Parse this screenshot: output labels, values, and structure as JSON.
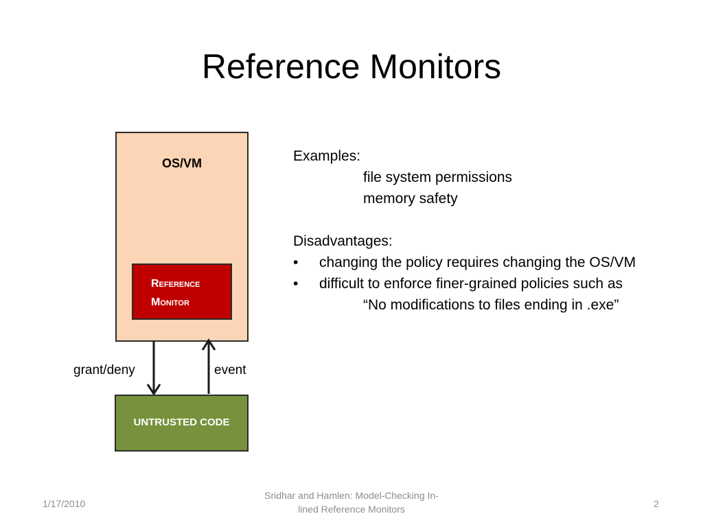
{
  "slide": {
    "title": "Reference Monitors"
  },
  "diagram": {
    "os_vm_label": "OS/VM",
    "reference_monitor_line1": "Reference",
    "reference_monitor_line2": "Monitor",
    "untrusted_code_label": "UNTRUSTED CODE",
    "grant_deny_label": "grant/deny",
    "event_label": "event",
    "colors": {
      "os_vm_fill": "#fbd5b5",
      "reference_monitor_fill": "#c00000",
      "untrusted_code_fill": "#76923c",
      "outline": "#2b2b2b"
    }
  },
  "content": {
    "examples_heading": "Examples:",
    "examples": [
      "file system permissions",
      "memory safety"
    ],
    "disadvantages_heading": "Disadvantages:",
    "bullet_char": "•",
    "disadvantages": [
      "changing the policy requires changing the OS/VM",
      "difficult to enforce finer-grained policies such as"
    ],
    "quote": "“No modifications to files ending in .exe”"
  },
  "footer": {
    "date": "1/17/2010",
    "center_line1": "Sridhar and Hamlen: Model-Checking In-",
    "center_line2": "lined Reference Monitors",
    "page_number": "2"
  }
}
